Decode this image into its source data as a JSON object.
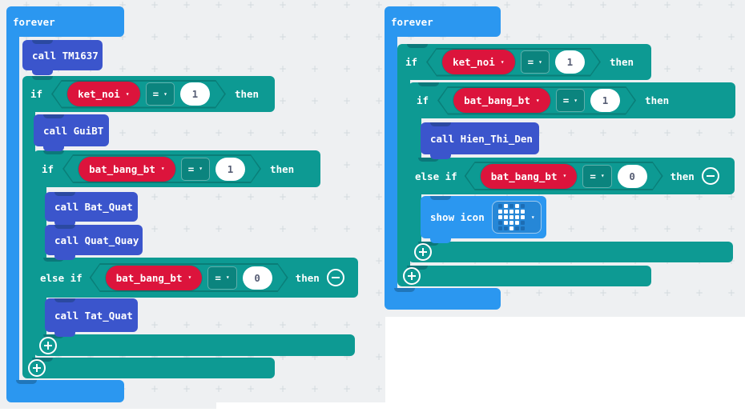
{
  "palette": {
    "workspace_bg": "#eef0f2",
    "grid_cross": "#d3dade",
    "basic_blue": "#2b97f0",
    "logic_teal": "#0d9a93",
    "function_blue": "#3b55cc",
    "variable_red": "#dc143c",
    "number_text": "#575e75",
    "outside_white": "#ffffff"
  },
  "labels": {
    "forever": "forever",
    "if": "if",
    "else_if": "else if",
    "then": "then",
    "eq": "=",
    "show_icon": "show icon",
    "caret": "▾"
  },
  "left_stack": {
    "forever": "forever",
    "call_tm1637": "call TM1637",
    "if1": {
      "var": "ket_noi",
      "op": "=",
      "value": "1"
    },
    "call_guibt": "call GuiBT",
    "if2": {
      "var": "bat_bang_bt",
      "op": "=",
      "value": "1"
    },
    "call_bat_quat": "call Bat_Quat",
    "call_quat_quay": "call Quat_Quay",
    "elseif": {
      "var": "bat_bang_bt",
      "op": "=",
      "value": "0"
    },
    "call_tat_quat": "call Tat_Quat"
  },
  "right_stack": {
    "forever": "forever",
    "if1": {
      "var": "ket_noi",
      "op": "=",
      "value": "1"
    },
    "if2": {
      "var": "bat_bang_bt",
      "op": "=",
      "value": "1"
    },
    "call_hien_thi_den": "call Hien_Thi_Den",
    "elseif": {
      "var": "bat_bang_bt",
      "op": "=",
      "value": "0"
    },
    "show_icon": {
      "label": "show icon",
      "icon": "heart-icon",
      "pattern": [
        [
          0,
          1,
          0,
          1,
          0
        ],
        [
          1,
          1,
          1,
          1,
          1
        ],
        [
          1,
          1,
          1,
          1,
          1
        ],
        [
          0,
          1,
          1,
          1,
          0
        ],
        [
          0,
          0,
          1,
          0,
          0
        ]
      ]
    }
  }
}
